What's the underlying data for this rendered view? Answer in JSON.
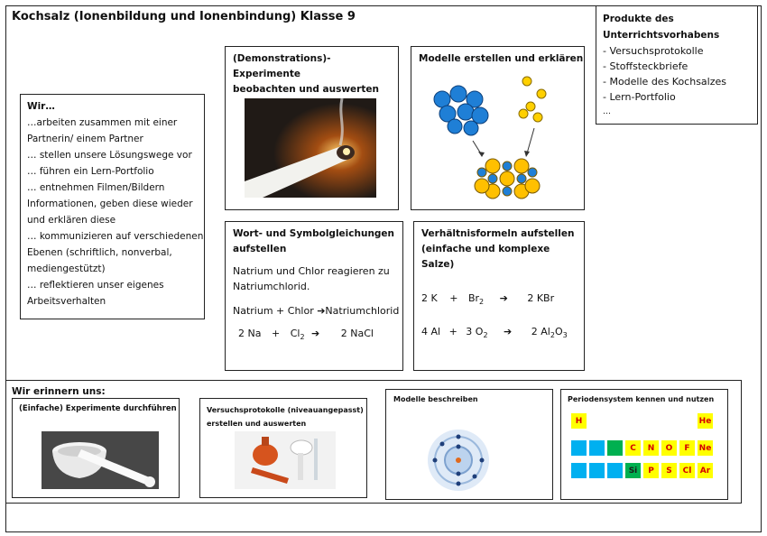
{
  "title": "Kochsalz (Ionenbildung und Ionenbindung) Klasse 9",
  "produkte": {
    "heading": "Produkte des Unterrichtsvorhabens",
    "items": [
      "- Versuchsprotokolle",
      "- Stoffsteckbriefe",
      "- Modelle des Kochsalzes",
      "- Lern-Portfolio",
      "…"
    ]
  },
  "wir": {
    "heading": "Wir…",
    "lines": [
      "…arbeiten zusammen mit einer",
      "Partnerin/ einem Partner",
      "… stellen unsere Lösungswege vor",
      "… führen ein Lern-Portfolio",
      "… entnehmen Filmen/Bildern",
      "Informationen, geben diese wieder",
      "und erklären diese",
      "… kommunizieren auf verschiedenen",
      "Ebenen (schriftlich, nonverbal,",
      "mediengestützt)",
      "… reflektieren unser eigenes",
      "Arbeitsverhalten"
    ]
  },
  "experimente": {
    "heading": [
      "(Demonstrations)-Experimente",
      "beobachten und auswerten"
    ]
  },
  "modelle": {
    "heading": "Modelle erstellen und erklären"
  },
  "wort": {
    "heading": [
      "Wort- und Symbolgleichungen",
      "aufstellen"
    ],
    "sentence": [
      "Natrium und Chlor reagieren zu",
      "Natriumchlorid."
    ],
    "word_eq": "Natrium + Chlor ➔Natriumchlorid",
    "sym_eq": {
      "a": "2 Na",
      "plus": "+",
      "b": "Cl",
      "b_sub": "2",
      "arrow": "➔",
      "c": "2 NaCl"
    }
  },
  "verh": {
    "heading": [
      "Verhältnisformeln aufstellen",
      "(einfache und komplexe Salze)"
    ],
    "eq1": {
      "a": "2 K",
      "plus": "+",
      "b": "Br",
      "b_sub": "2",
      "arrow": "➔",
      "c": "2 KBr"
    },
    "eq2": {
      "a": "4 Al",
      "plus": "+",
      "b": "3 O",
      "b_sub": "2",
      "arrow": "➔",
      "c": "2 Al",
      "c_sub1": "2",
      "c_mid": "O",
      "c_sub2": "3"
    }
  },
  "erinnern": {
    "heading": "Wir erinnern uns:",
    "box1": "(Einfache) Experimente durchführen",
    "box2": [
      "Versuchsprotokolle (niveauangepasst)",
      "erstellen und auswerten"
    ],
    "box3": "Modelle beschreiben",
    "box4": "Periodensystem kennen und nutzen"
  },
  "periodic": {
    "colors": {
      "yellow": "#ffff00",
      "blue": "#00b0f0",
      "green": "#00b050"
    },
    "row1": [
      {
        "sym": "H",
        "col": 0,
        "color": "yellow"
      },
      {
        "sym": "He",
        "col": 7,
        "color": "yellow"
      }
    ],
    "row2": [
      {
        "sym": "",
        "col": 0,
        "color": "blue"
      },
      {
        "sym": "",
        "col": 1,
        "color": "blue"
      },
      {
        "sym": "",
        "col": 2,
        "color": "green"
      },
      {
        "sym": "C",
        "col": 3,
        "color": "yellow"
      },
      {
        "sym": "N",
        "col": 4,
        "color": "yellow"
      },
      {
        "sym": "O",
        "col": 5,
        "color": "yellow"
      },
      {
        "sym": "F",
        "col": 6,
        "color": "yellow"
      },
      {
        "sym": "Ne",
        "col": 7,
        "color": "yellow"
      }
    ],
    "row3": [
      {
        "sym": "",
        "col": 0,
        "color": "blue"
      },
      {
        "sym": "",
        "col": 1,
        "color": "blue"
      },
      {
        "sym": "",
        "col": 2,
        "color": "blue"
      },
      {
        "sym": "Si",
        "col": 3,
        "color": "green"
      },
      {
        "sym": "P",
        "col": 4,
        "color": "yellow"
      },
      {
        "sym": "S",
        "col": 5,
        "color": "yellow"
      },
      {
        "sym": "Cl",
        "col": 6,
        "color": "yellow"
      },
      {
        "sym": "Ar",
        "col": 7,
        "color": "yellow"
      }
    ]
  }
}
